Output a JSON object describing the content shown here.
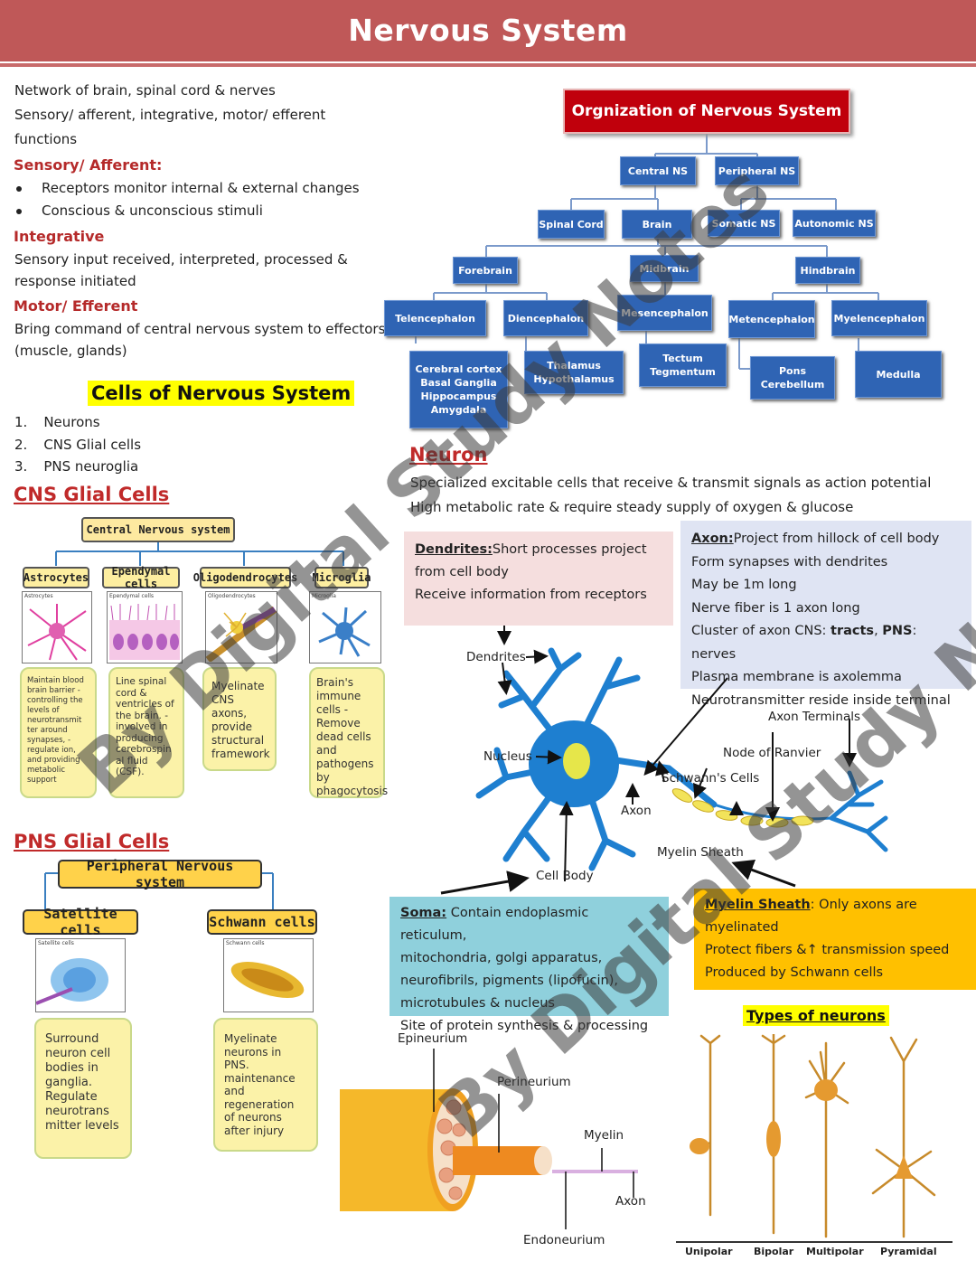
{
  "title": "Nervous System",
  "intro": {
    "line1": "Network of brain, spinal cord & nerves",
    "line2": "Sensory/ afferent, integrative, motor/ efferent",
    "line3": "functions"
  },
  "sensory": {
    "heading": "Sensory/ Afferent:",
    "bullets": [
      "Receptors monitor internal & external  changes",
      "Conscious & unconscious stimuli"
    ]
  },
  "integrative": {
    "heading": "Integrative",
    "line1": "Sensory input received, interpreted, processed &",
    "line2": "response initiated"
  },
  "motor": {
    "heading": "Motor/ Efferent",
    "line1": "Bring command of central nervous system to effectors",
    "line2": "(muscle, glands)"
  },
  "cells": {
    "heading": "Cells of Nervous System",
    "items": [
      {
        "num": "1.",
        "label": "Neurons"
      },
      {
        "num": "2.",
        "label": "CNS Glial cells"
      },
      {
        "num": "3.",
        "label": "PNS neuroglia"
      }
    ]
  },
  "cns": {
    "heading": "CNS Glial Cells",
    "root": "Central Nervous system",
    "types": [
      {
        "name": "Astrocytes",
        "caption": "Astrocytes",
        "desc": "Maintain blood brain barrier -controlling the levels of neurotransmit ter around synapses, -regulate ion, and providing metabolic support"
      },
      {
        "name": "Ependymal cells",
        "caption": "Ependymal cells",
        "desc": "Line spinal cord & ventricles of the brain. -involved in producing cerebrospin al fluid (CSF)."
      },
      {
        "name": "Oligodendrocytes",
        "caption": "Oligodendrocytes",
        "desc": "Myelinate CNS axons, provide structural framework"
      },
      {
        "name": "Microglia",
        "caption": "Microglia",
        "desc": "Brain's immune cells -Remove dead cells and pathogens by phagocytosis"
      }
    ]
  },
  "pns": {
    "heading": "PNS Glial Cells",
    "root": "Peripheral Nervous system",
    "types": [
      {
        "name": "Satellite cells",
        "caption": "Satellite cells",
        "desc": "Surround neuron cell bodies in ganglia. Regulate neurotrans mitter levels"
      },
      {
        "name": "Schwann cells",
        "caption": "Schwann cells",
        "desc": "Myelinate neurons in PNS. maintenance and regeneration of neurons after injury"
      }
    ]
  },
  "org": {
    "title": "Orgnization of Nervous System",
    "central": "Central NS",
    "peripheral": "Peripheral NS",
    "spinal": "Spinal Cord",
    "brain": "Brain",
    "somatic": "Somatic NS",
    "autonomic": "Autonomic NS",
    "forebrain": "Forebrain",
    "midbrain": "Midbrain",
    "hindbrain": "Hindbrain",
    "telencephalon": "Telencephalon",
    "diencephalon": "Diencephalon",
    "mesencephalon": "Mesencephalon",
    "metencephalon": "Metencephalon",
    "myelencephalon": "Myelencephalon",
    "tel_parts": [
      "Cerebral cortex",
      "Basal Ganglia",
      "Hippocampus",
      "Amygdala"
    ],
    "di_parts": [
      "Thalamus",
      "Hypothalamus"
    ],
    "mes_parts": [
      "Tectum",
      "Tegmentum"
    ],
    "met_parts": [
      "Pons",
      "Cerebellum"
    ],
    "myel_parts": [
      "Medulla"
    ]
  },
  "neuron": {
    "heading": "Neuron",
    "line1": "Specialized excitable cells that receive & transmit signals as action potential",
    "line2": "High metabolic rate & require steady supply of oxygen & glucose"
  },
  "dendrites_panel": {
    "title": "Dendrites:",
    "rest": "Short processes project",
    "line2": "from cell body",
    "line3": "Receive information from receptors"
  },
  "axon_panel": {
    "title": "Axon:",
    "rest": "Project from hillock of cell body",
    "lines": [
      "Form synapses with dendrites",
      "May be 1m long",
      "Nerve fiber is 1 axon long"
    ],
    "cluster_pre": "Cluster of axon CNS: ",
    "cluster_tracts": "tracts",
    "cluster_mid": ", ",
    "cluster_pns": "PNS",
    "cluster_post": ": nerves",
    "lines2": [
      "Plasma membrane is axolemma",
      "Neurotransmitter reside inside terminal"
    ]
  },
  "diagram_labels": {
    "dendrites": "Dendrites",
    "nucleus": "Nucleus",
    "axon": "Axon",
    "axon_terminals": "Axon Terminals",
    "node_ranvier": "Node of Ranvier",
    "schwann": "Schwann's Cells",
    "myelin_sheath": "Myelin Sheath",
    "cell_body": "Cell Body"
  },
  "soma_panel": {
    "title": "Soma:",
    "rest": " Contain endoplasmic reticulum,",
    "lines": [
      "mitochondria, golgi apparatus,",
      "neurofibrils, pigments (lipofucin),",
      "microtubules & nucleus",
      "Site of protein synthesis & processing"
    ]
  },
  "myelin_panel": {
    "title": "Myelin Sheath",
    "rest": ": Only axons are",
    "lines": [
      "myelinated",
      "Protect fibers &↑ transmission speed",
      "Produced by Schwann cells"
    ]
  },
  "nerve_labels": {
    "epineurium": "Epineurium",
    "perineurium": "Perineurium",
    "myelin": "Myelin",
    "axon": "Axon",
    "endoneurium": "Endoneurium"
  },
  "types_neurons": {
    "heading": "Types of neurons",
    "labels": [
      "Unipolar",
      "Bipolar",
      "Multipolar",
      "Pyramidal"
    ]
  },
  "watermark": "By Digital Study Notes",
  "colors": {
    "banner": "#bf5858",
    "red_heading": "#b52a2a",
    "org_box": "#2f64b4",
    "org_title": "#c0000c",
    "dendrite_panel": "#f5dede",
    "axon_panel": "#dfe4f3",
    "soma_panel": "#8fd0dc",
    "myelin_panel": "#ffc000"
  }
}
